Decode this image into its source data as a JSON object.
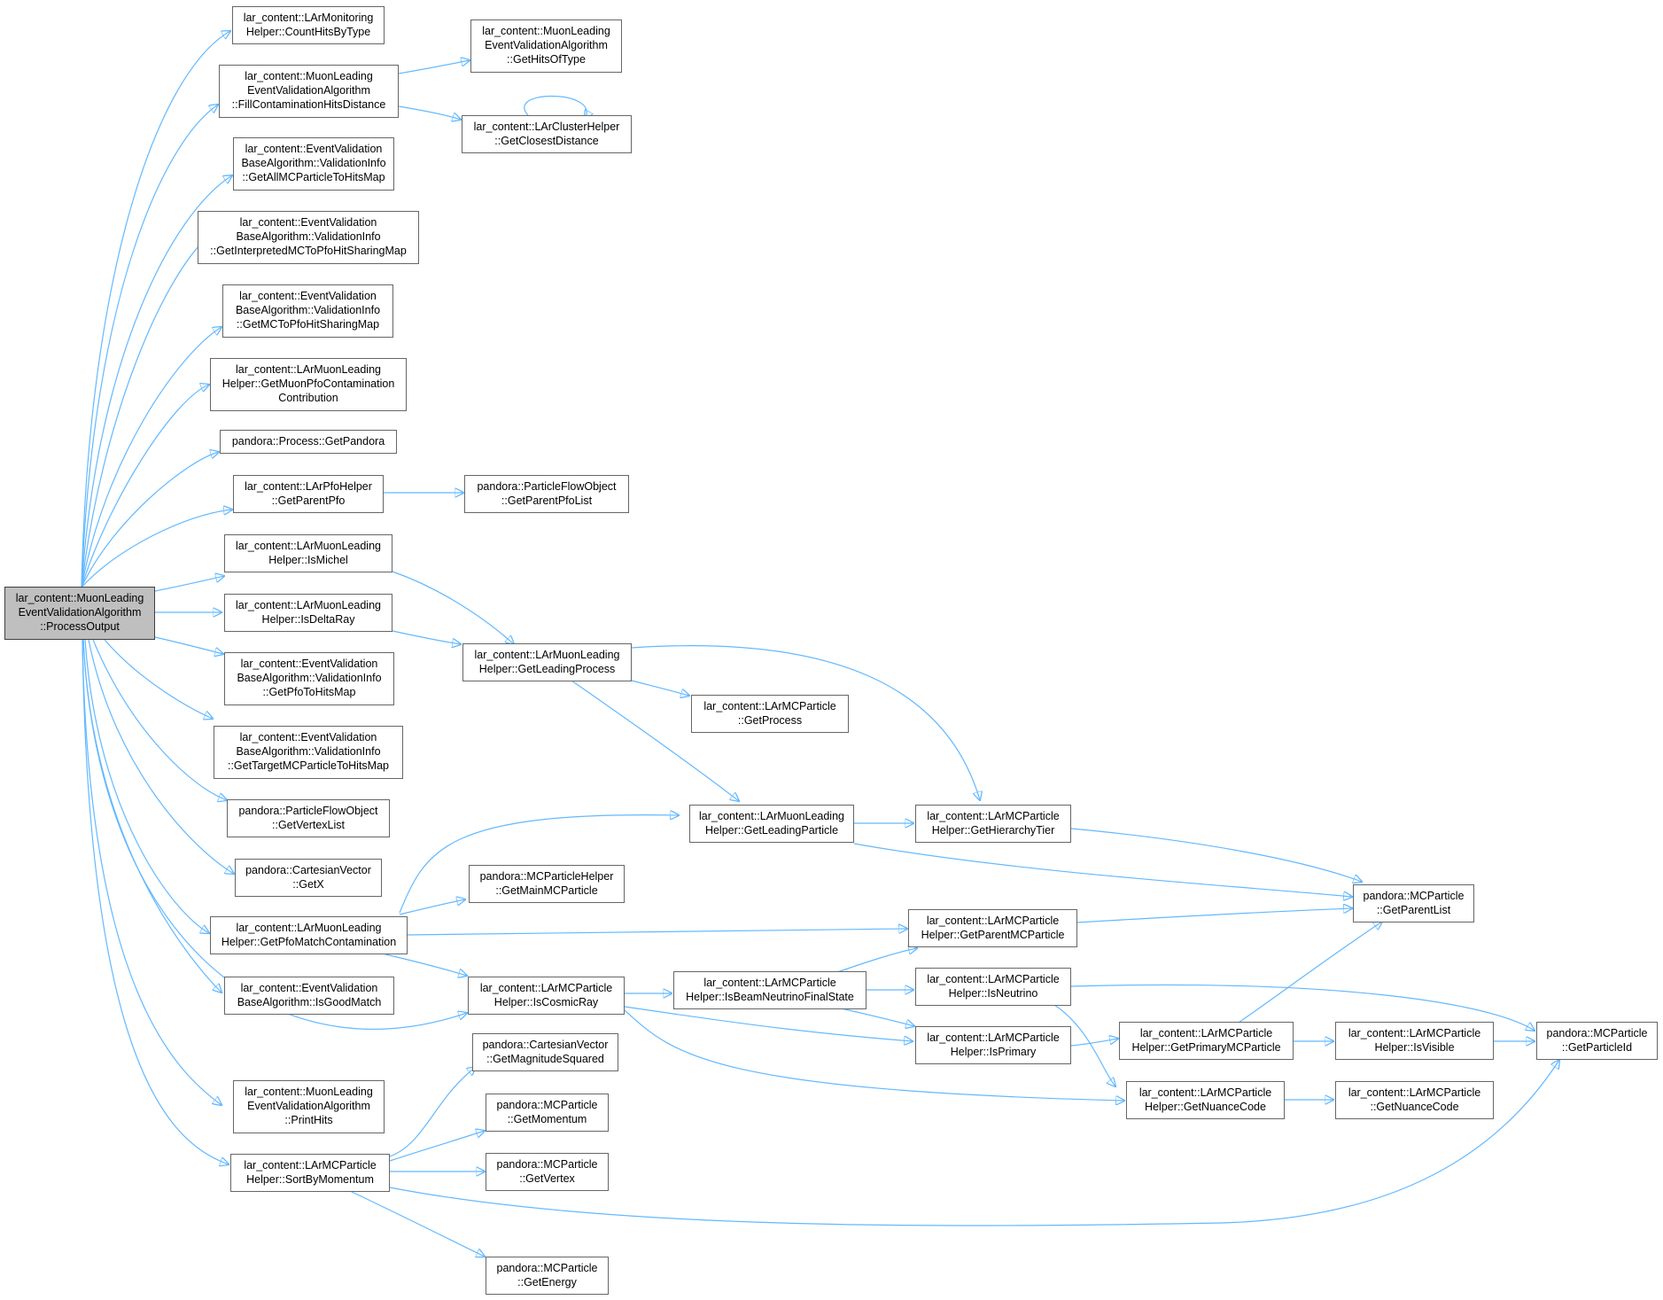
{
  "colors": {
    "edge": "#63b8ff",
    "node_border": "#666666",
    "node_fill": "#ffffff",
    "root_fill": "#bfbfbf"
  },
  "nodes": {
    "process_output": [
      "lar_content::MuonLeading",
      "EventValidationAlgorithm",
      "::ProcessOutput"
    ],
    "count_hits_by_type": [
      "lar_content::LArMonitoring",
      "Helper::CountHitsByType"
    ],
    "fill_contamination": [
      "lar_content::MuonLeading",
      "EventValidationAlgorithm",
      "::FillContaminationHitsDistance"
    ],
    "get_hits_of_type": [
      "lar_content::MuonLeading",
      "EventValidationAlgorithm",
      "::GetHitsOfType"
    ],
    "get_closest_distance": [
      "lar_content::LArClusterHelper",
      "::GetClosestDistance"
    ],
    "get_all_mc_to_hits": [
      "lar_content::EventValidation",
      "BaseAlgorithm::ValidationInfo",
      "::GetAllMCParticleToHitsMap"
    ],
    "get_interpreted_mc": [
      "lar_content::EventValidation",
      "BaseAlgorithm::ValidationInfo",
      "::GetInterpretedMCToPfoHitSharingMap"
    ],
    "get_mc_to_pfo": [
      "lar_content::EventValidation",
      "BaseAlgorithm::ValidationInfo",
      "::GetMCToPfoHitSharingMap"
    ],
    "get_muon_pfo_contam": [
      "lar_content::LArMuonLeading",
      "Helper::GetMuonPfoContamination",
      "Contribution"
    ],
    "get_pandora": [
      "pandora::Process::GetPandora"
    ],
    "get_parent_pfo": [
      "lar_content::LArPfoHelper",
      "::GetParentPfo"
    ],
    "get_parent_pfo_list": [
      "pandora::ParticleFlowObject",
      "::GetParentPfoList"
    ],
    "is_michel": [
      "lar_content::LArMuonLeading",
      "Helper::IsMichel"
    ],
    "is_delta_ray": [
      "lar_content::LArMuonLeading",
      "Helper::IsDeltaRay"
    ],
    "get_leading_process": [
      "lar_content::LArMuonLeading",
      "Helper::GetLeadingProcess"
    ],
    "get_pfo_to_hits": [
      "lar_content::EventValidation",
      "BaseAlgorithm::ValidationInfo",
      "::GetPfoToHitsMap"
    ],
    "get_process": [
      "lar_content::LArMCParticle",
      "::GetProcess"
    ],
    "get_target_mc": [
      "lar_content::EventValidation",
      "BaseAlgorithm::ValidationInfo",
      "::GetTargetMCParticleToHitsMap"
    ],
    "get_vertex_list": [
      "pandora::ParticleFlowObject",
      "::GetVertexList"
    ],
    "get_leading_particle": [
      "lar_content::LArMuonLeading",
      "Helper::GetLeadingParticle"
    ],
    "get_hierarchy_tier": [
      "lar_content::LArMCParticle",
      "Helper::GetHierarchyTier"
    ],
    "get_x": [
      "pandora::CartesianVector",
      "::GetX"
    ],
    "get_main_mc": [
      "pandora::MCParticleHelper",
      "::GetMainMCParticle"
    ],
    "get_parent_list": [
      "pandora::MCParticle",
      "::GetParentList"
    ],
    "get_pfo_match_contam": [
      "lar_content::LArMuonLeading",
      "Helper::GetPfoMatchContamination"
    ],
    "get_parent_mc": [
      "lar_content::LArMCParticle",
      "Helper::GetParentMCParticle"
    ],
    "is_good_match": [
      "lar_content::EventValidation",
      "BaseAlgorithm::IsGoodMatch"
    ],
    "is_cosmic_ray": [
      "lar_content::LArMCParticle",
      "Helper::IsCosmicRay"
    ],
    "is_beam_nu_final": [
      "lar_content::LArMCParticle",
      "Helper::IsBeamNeutrinoFinalState"
    ],
    "is_neutrino": [
      "lar_content::LArMCParticle",
      "Helper::IsNeutrino"
    ],
    "is_primary": [
      "lar_content::LArMCParticle",
      "Helper::IsPrimary"
    ],
    "get_primary_mc": [
      "lar_content::LArMCParticle",
      "Helper::GetPrimaryMCParticle"
    ],
    "is_visible": [
      "lar_content::LArMCParticle",
      "Helper::IsVisible"
    ],
    "get_particle_id": [
      "pandora::MCParticle",
      "::GetParticleId"
    ],
    "get_magnitude_squared": [
      "pandora::CartesianVector",
      "::GetMagnitudeSquared"
    ],
    "get_nuance_helper": [
      "lar_content::LArMCParticle",
      "Helper::GetNuanceCode"
    ],
    "get_nuance": [
      "lar_content::LArMCParticle",
      "::GetNuanceCode"
    ],
    "print_hits": [
      "lar_content::MuonLeading",
      "EventValidationAlgorithm",
      "::PrintHits"
    ],
    "get_momentum": [
      "pandora::MCParticle",
      "::GetMomentum"
    ],
    "sort_by_momentum": [
      "lar_content::LArMCParticle",
      "Helper::SortByMomentum"
    ],
    "get_vertex": [
      "pandora::MCParticle",
      "::GetVertex"
    ],
    "get_energy": [
      "pandora::MCParticle",
      "::GetEnergy"
    ]
  }
}
